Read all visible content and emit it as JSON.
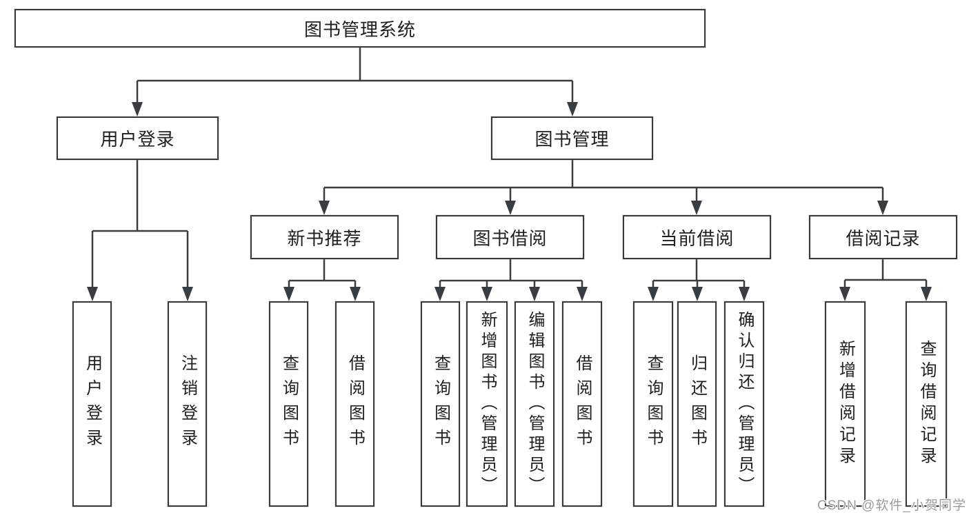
{
  "colors": {
    "background": "#ffffff",
    "line": "#3a3d40",
    "border": "#36383b",
    "text": "#1e1f21",
    "watermark": "#9b9b9b"
  },
  "tree": {
    "label": "图书管理系统",
    "children": [
      {
        "label": "用户登录",
        "children": [
          {
            "label": "用户登录"
          },
          {
            "label": "注销登录"
          }
        ]
      },
      {
        "label": "图书管理",
        "children": [
          {
            "label": "新书推荐",
            "children": [
              {
                "label": "查询图书"
              },
              {
                "label": "借阅图书"
              }
            ]
          },
          {
            "label": "图书借阅",
            "children": [
              {
                "label": "查询图书"
              },
              {
                "label": "新增图书（管理员）"
              },
              {
                "label": "编辑图书（管理员）"
              },
              {
                "label": "借阅图书"
              }
            ]
          },
          {
            "label": "当前借阅",
            "children": [
              {
                "label": "查询图书"
              },
              {
                "label": "归还图书"
              },
              {
                "label": "确认归还（管理员）"
              }
            ]
          },
          {
            "label": "借阅记录",
            "children": [
              {
                "label": "新增借阅记录"
              },
              {
                "label": "查询借阅记录"
              }
            ]
          }
        ]
      }
    ]
  },
  "watermark": {
    "text": "CSDN @软件_小贺同学"
  }
}
